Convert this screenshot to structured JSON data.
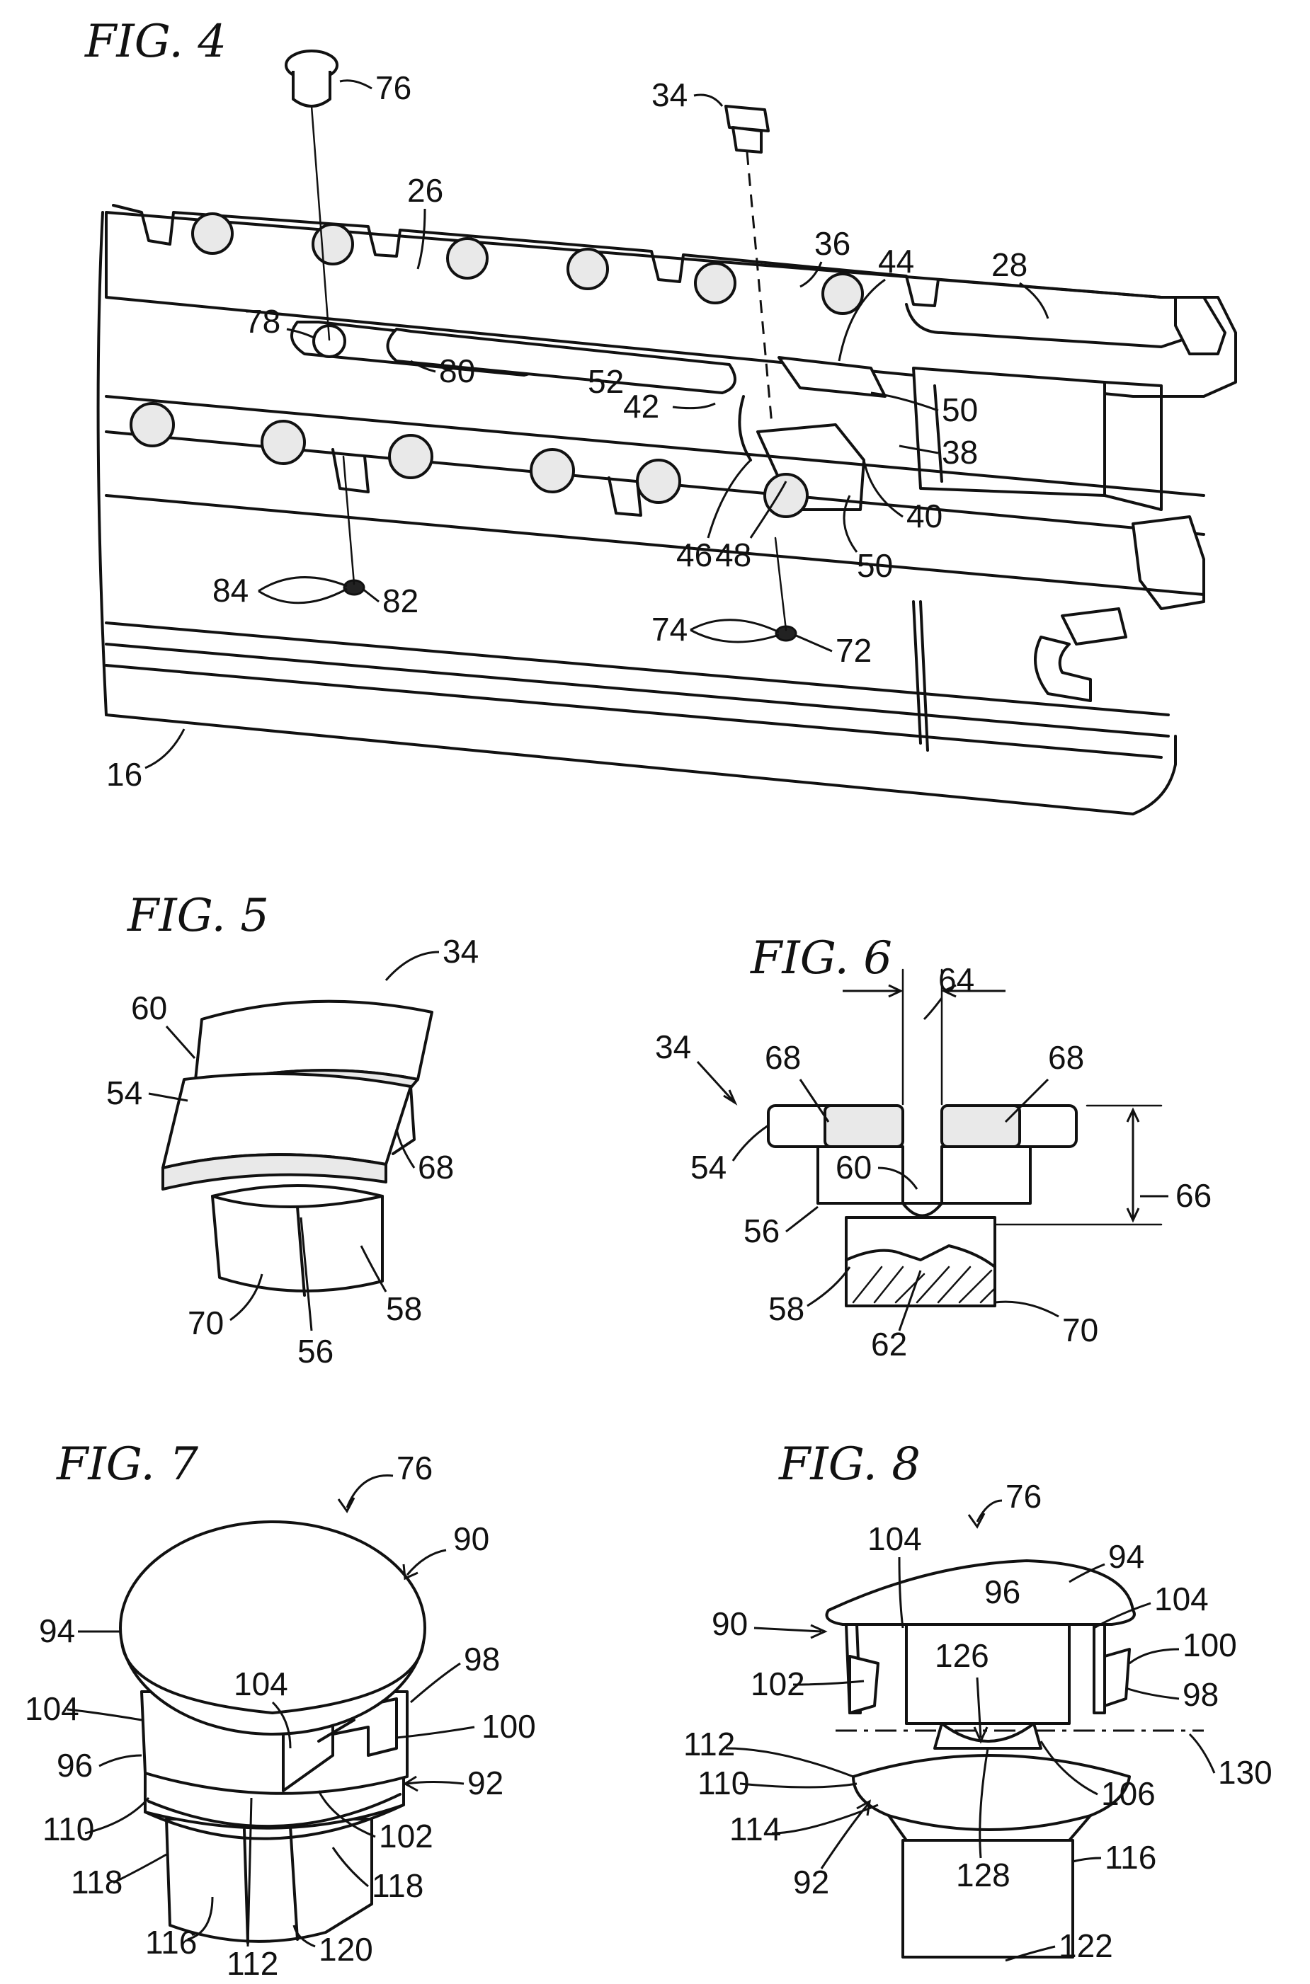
{
  "figures": {
    "fig4": {
      "title": "FIG. 4"
    },
    "fig5": {
      "title": "FIG. 5"
    },
    "fig6": {
      "title": "FIG. 6"
    },
    "fig7": {
      "title": "FIG. 7"
    },
    "fig8": {
      "title": "FIG. 8"
    }
  },
  "refs": {
    "fig4": [
      "76",
      "34",
      "26",
      "36",
      "44",
      "28",
      "78",
      "80",
      "52",
      "42",
      "50",
      "38",
      "40",
      "46",
      "48",
      "50",
      "84",
      "82",
      "74",
      "72",
      "16"
    ],
    "fig5": [
      "34",
      "60",
      "54",
      "68",
      "70",
      "56",
      "58"
    ],
    "fig6": [
      "64",
      "34",
      "68",
      "68",
      "54",
      "60",
      "66",
      "56",
      "58",
      "62",
      "70"
    ],
    "fig7": [
      "76",
      "90",
      "94",
      "98",
      "104",
      "100",
      "104",
      "96",
      "92",
      "110",
      "102",
      "118",
      "118",
      "116",
      "112",
      "120"
    ],
    "fig8": [
      "76",
      "104",
      "94",
      "96",
      "104",
      "90",
      "100",
      "102",
      "126",
      "98",
      "112",
      "130",
      "110",
      "106",
      "114",
      "128",
      "116",
      "92",
      "122"
    ]
  }
}
